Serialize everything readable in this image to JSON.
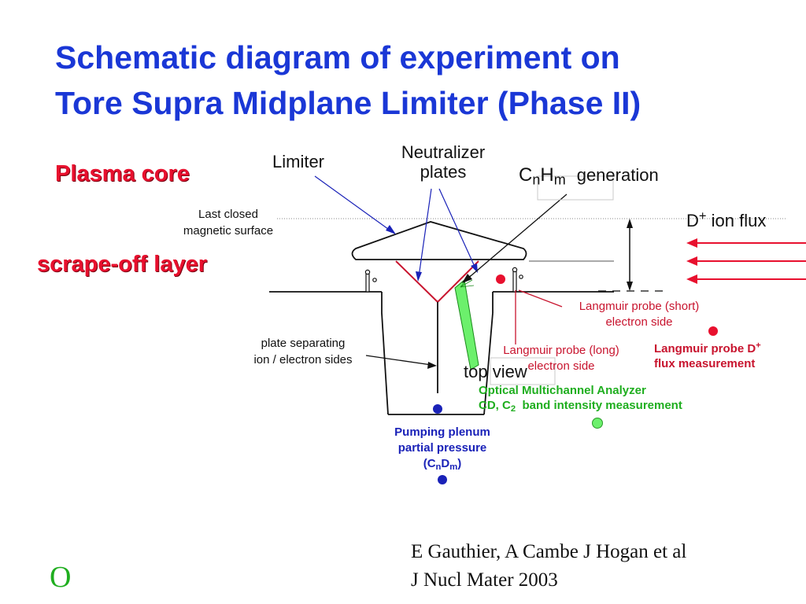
{
  "title": {
    "line1": "Schematic diagram of experiment on",
    "line2": "Tore Supra Midplane Limiter (Phase II)"
  },
  "labels": {
    "plasma_core": "Plasma core",
    "scrape_off": "scrape-off layer",
    "last_closed_1": "Last closed",
    "last_closed_2": "magnetic surface",
    "limiter": "Limiter",
    "neutralizer_1": "Neutralizer",
    "neutralizer_2": "plates",
    "cnhm_c": "C",
    "cnhm_n": "n",
    "cnhm_h": "H",
    "cnhm_m": "m",
    "cnhm_generation": "generation",
    "dion_d": "D",
    "dion_plus": "+",
    "dion_rest": " ion flux",
    "lp_short_1": "Langmuir probe (short)",
    "lp_short_2": "electron side",
    "lp_long_1": "Langmuir probe (long)",
    "lp_long_2": "electron side",
    "lp_flux_1a": "Langmuir probe D",
    "lp_flux_1b": "+",
    "lp_flux_2": "flux measurement",
    "plate_sep_1": "plate separating",
    "plate_sep_2": "ion / electron sides",
    "top_view": "top view",
    "oma_1": "Optical Multichannel Analyzer",
    "oma_2a": "CD, C",
    "oma_2b": "2",
    "oma_2c": "  band intensity measurement",
    "pump_1": "Pumping plenum",
    "pump_2": "partial pressure",
    "pump_3a": "(C",
    "pump_3b": "n",
    "pump_3c": "D",
    "pump_3d": "m",
    "pump_3e": ")"
  },
  "citation": {
    "line1": "E Gauthier, A Cambe J Hogan et al",
    "line2": "J Nucl Mater 2003"
  },
  "corner_mark": "O",
  "colors": {
    "title_blue": "#1a37d6",
    "red": "#e8102e",
    "crimson": "#c8142e",
    "green": "#1fae1f",
    "dark_blue": "#1a22b8"
  }
}
